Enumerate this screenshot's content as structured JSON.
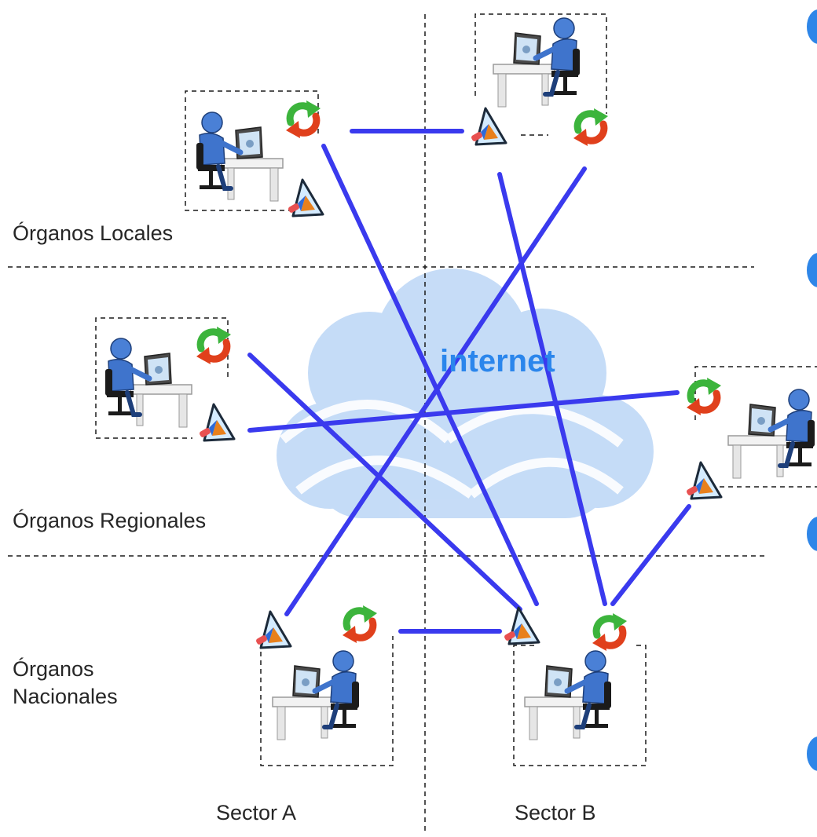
{
  "diagram": {
    "cloud_label": "internet",
    "row_labels": {
      "locales": "Órganos Locales",
      "regionales": "Órganos Regionales",
      "nacionales_line1": "Órganos",
      "nacionales_line2": "Nacionales"
    },
    "column_labels": {
      "sector_a": "Sector A",
      "sector_b": "Sector B"
    },
    "nodes": [
      {
        "id": "local-a",
        "sector": "Sector A",
        "level": "Órganos Locales"
      },
      {
        "id": "local-b",
        "sector": "Sector B",
        "level": "Órganos Locales"
      },
      {
        "id": "regional-a",
        "sector": "Sector A",
        "level": "Órganos Regionales"
      },
      {
        "id": "regional-b",
        "sector": "Sector B",
        "level": "Órganos Regionales"
      },
      {
        "id": "national-a",
        "sector": "Sector A",
        "level": "Órganos Nacionales"
      },
      {
        "id": "national-b",
        "sector": "Sector B",
        "level": "Órganos Nacionales"
      }
    ],
    "colors": {
      "link": "#3a3aee",
      "cloud": "#bcd6f6",
      "cloud_text": "#2b86ec",
      "bullet": "#2e86e8",
      "person": "#3f74cc",
      "sync_green": "#3cb43c",
      "sync_red": "#e0401c"
    }
  }
}
